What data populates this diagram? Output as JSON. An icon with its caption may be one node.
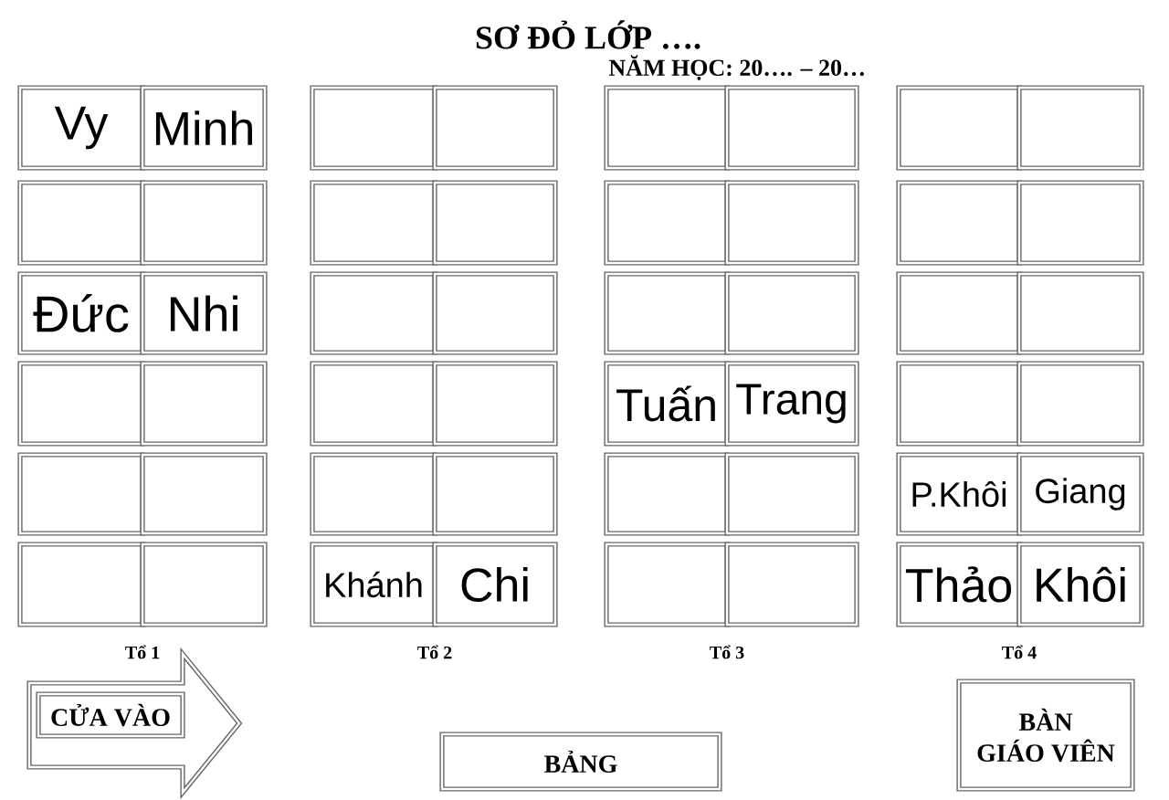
{
  "diagram": {
    "title": "SƠ ĐỎ LỚP ….",
    "nodes": [
      {
        "text": [
          "Vy"
        ]
      },
      {
        "text": [
          "Minh"
        ]
      },
      {
        "text": [],
        "shape": "box"
      },
      {
        "text": [],
        "shape": "box"
      },
      {
        "text": [],
        "shape": "box"
      },
      {
        "text": [],
        "shape": "box"
      },
      {
        "text": [],
        "shape": "box"
      },
      {
        "text": [],
        "shape": "box"
      },
      {
        "text": [],
        "shape": "box"
      },
      {
        "text": [],
        "shape": "box"
      },
      {
        "text": [],
        "shape": "box"
      },
      {
        "text": [],
        "shape": "box"
      },
      {
        "text": [],
        "shape": "box"
      },
      {
        "text": [],
        "shape": "box"
      },
      {
        "text": [],
        "shape": "box"
      },
      {
        "text": [],
        "shape": "box"
      },
      {
        "text": [
          "Đức"
        ]
      },
      {
        "text": [
          "Nhi"
        ]
      },
      {
        "text": [],
        "shape": "box"
      },
      {
        "text": [],
        "shape": "box"
      },
      {
        "text": [],
        "shape": "box"
      },
      {
        "text": [],
        "shape": "box"
      },
      {
        "text": [],
        "shape": "box"
      },
      {
        "text": [],
        "shape": "box"
      },
      {
        "text": [],
        "shape": "box"
      },
      {
        "text": [],
        "shape": "box"
      },
      {
        "text": [],
        "shape": "box"
      },
      {
        "text": [],
        "shape": "box"
      },
      {
        "text": [
          "Tuấn"
        ]
      },
      {
        "text": [
          "Trang"
        ]
      },
      {
        "text": [],
        "shape": "box"
      },
      {
        "text": [],
        "shape": "box"
      },
      {
        "text": [],
        "shape": "box"
      },
      {
        "text": [],
        "shape": "box"
      },
      {
        "text": [],
        "shape": "box"
      },
      {
        "text": [],
        "shape": "box"
      },
      {
        "text": [],
        "shape": "box"
      },
      {
        "text": [],
        "shape": "box"
      },
      {
        "text": [
          "P.Khôi"
        ]
      },
      {
        "text": [
          "Giang"
        ]
      },
      {
        "text": [],
        "shape": "box"
      },
      {
        "text": [],
        "shape": "box"
      },
      {
        "text": [
          "Khánh"
        ]
      },
      {
        "text": [
          "Chi"
        ]
      },
      {
        "text": [],
        "shape": "box"
      },
      {
        "text": [],
        "shape": "box"
      },
      {
        "text": [
          "Thảo"
        ]
      },
      {
        "text": [
          "Khôi"
        ]
      },
      {
        "text": [
          "CỬA VÀO"
        ]
      },
      {
        "text": [
          "BẢNG"
        ]
      },
      {
        "text": [
          "BÀN GIÁO VIÊN"
        ]
      }
    ],
    "labels": [
      "NĂM HỌC: 20…. – 20…",
      "Tổ 1",
      "Tổ 2",
      "Tổ 3",
      "Tổ 4"
    ]
  }
}
